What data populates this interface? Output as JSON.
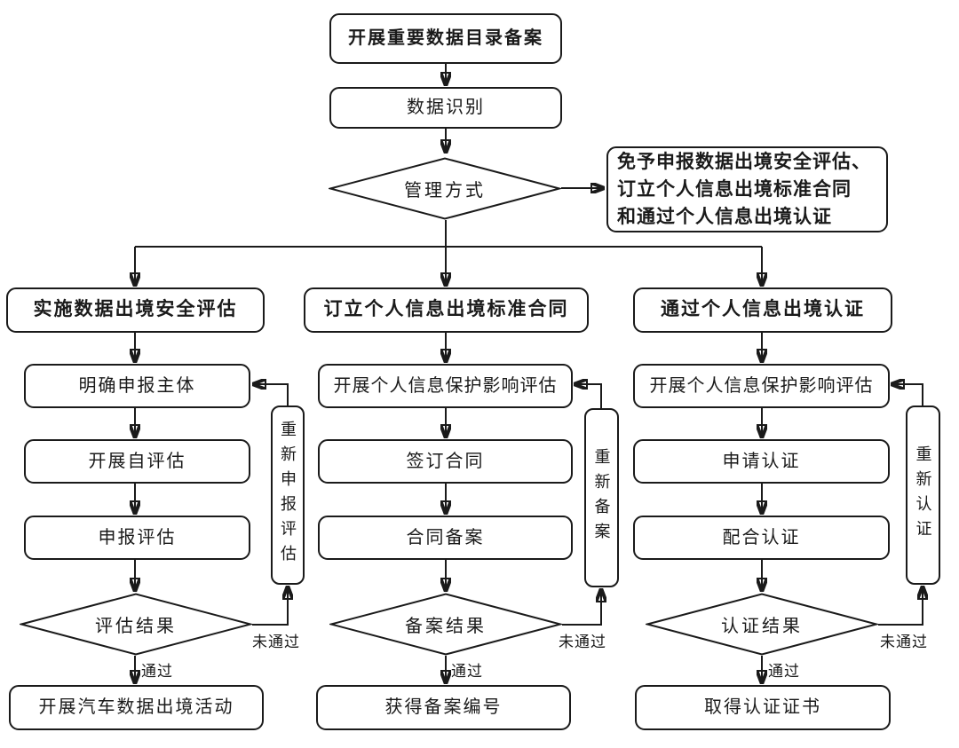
{
  "flowchart": {
    "nodes": {
      "start": "开展重要数据目录备案",
      "identify": "数据识别",
      "decision": "管理方式",
      "exemption_lines": [
        "免予申报数据出境安全评估、",
        "订立个人信息出境标准合同",
        "和通过个人信息出境认证"
      ]
    },
    "edge_labels": {
      "pass": "通过",
      "fail": "未通过"
    },
    "branches": {
      "assessment": {
        "header": "实施数据出境安全评估",
        "steps": [
          "明确申报主体",
          "开展自评估",
          "申报评估"
        ],
        "decision": "评估结果",
        "retry": "重新申报评估",
        "outcome": "开展汽车数据出境活动"
      },
      "contract": {
        "header": "订立个人信息出境标准合同",
        "steps": [
          "开展个人信息保护影响评估",
          "签订合同",
          "合同备案"
        ],
        "decision": "备案结果",
        "retry": "重新备案",
        "outcome": "获得备案编号"
      },
      "certification": {
        "header": "通过个人信息出境认证",
        "steps": [
          "开展个人信息保护影响评估",
          "申请认证",
          "配合认证"
        ],
        "decision": "认证结果",
        "retry": "重新认证",
        "outcome": "取得认证证书"
      }
    }
  }
}
